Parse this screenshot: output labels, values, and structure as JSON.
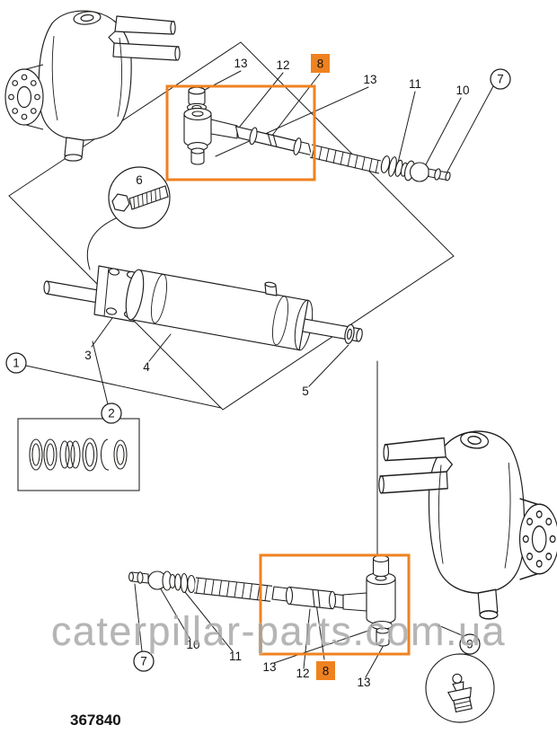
{
  "part_number": "367840",
  "watermark": "caterpillar-parts.com.ua",
  "highlight_color": "#ef8220",
  "line_color": "#1d1d1b",
  "callouts": {
    "top": [
      {
        "label": "13"
      },
      {
        "label": "12"
      },
      {
        "label": "8"
      },
      {
        "label": "13"
      },
      {
        "label": "11"
      },
      {
        "label": "10"
      },
      {
        "label": "7"
      }
    ],
    "middle": [
      {
        "label": "6"
      },
      {
        "label": "1"
      },
      {
        "label": "3"
      },
      {
        "label": "4"
      },
      {
        "label": "2"
      },
      {
        "label": "5"
      }
    ],
    "bottom": [
      {
        "label": "7"
      },
      {
        "label": "10"
      },
      {
        "label": "11"
      },
      {
        "label": "13"
      },
      {
        "label": "12"
      },
      {
        "label": "8"
      },
      {
        "label": "13"
      },
      {
        "label": "9"
      }
    ]
  }
}
